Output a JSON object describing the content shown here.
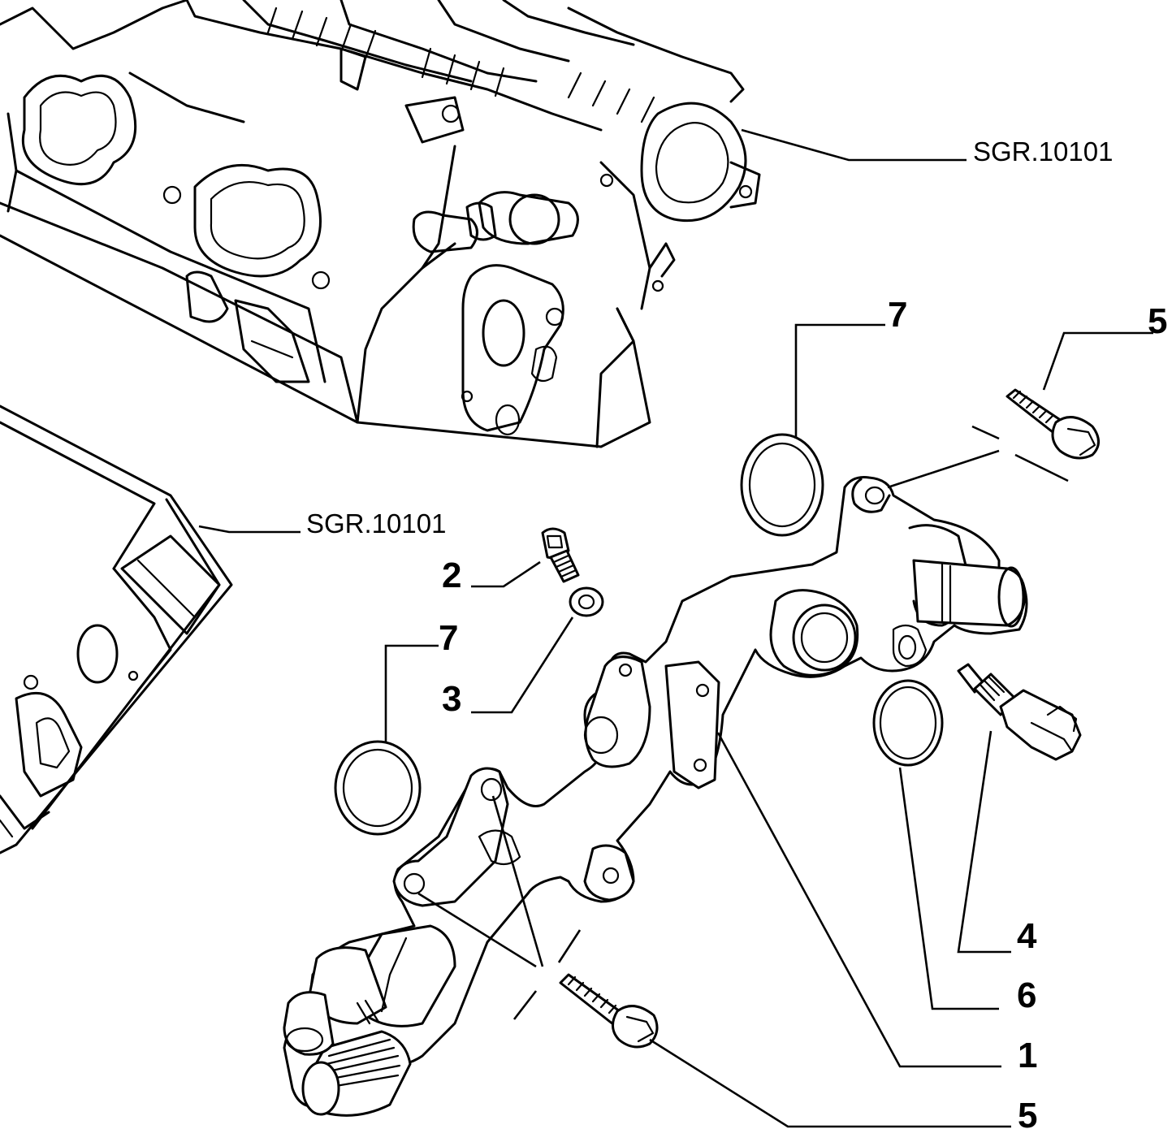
{
  "diagram": {
    "callouts": {
      "label_1": "1",
      "label_2": "2",
      "label_3": "3",
      "label_4": "4",
      "label_5_top": "5",
      "label_5_bottom": "5",
      "label_6": "6",
      "label_7_top": "7",
      "label_7_left": "7"
    },
    "references": {
      "ref_top": "SGR.10101",
      "ref_left": "SGR.10101"
    }
  }
}
